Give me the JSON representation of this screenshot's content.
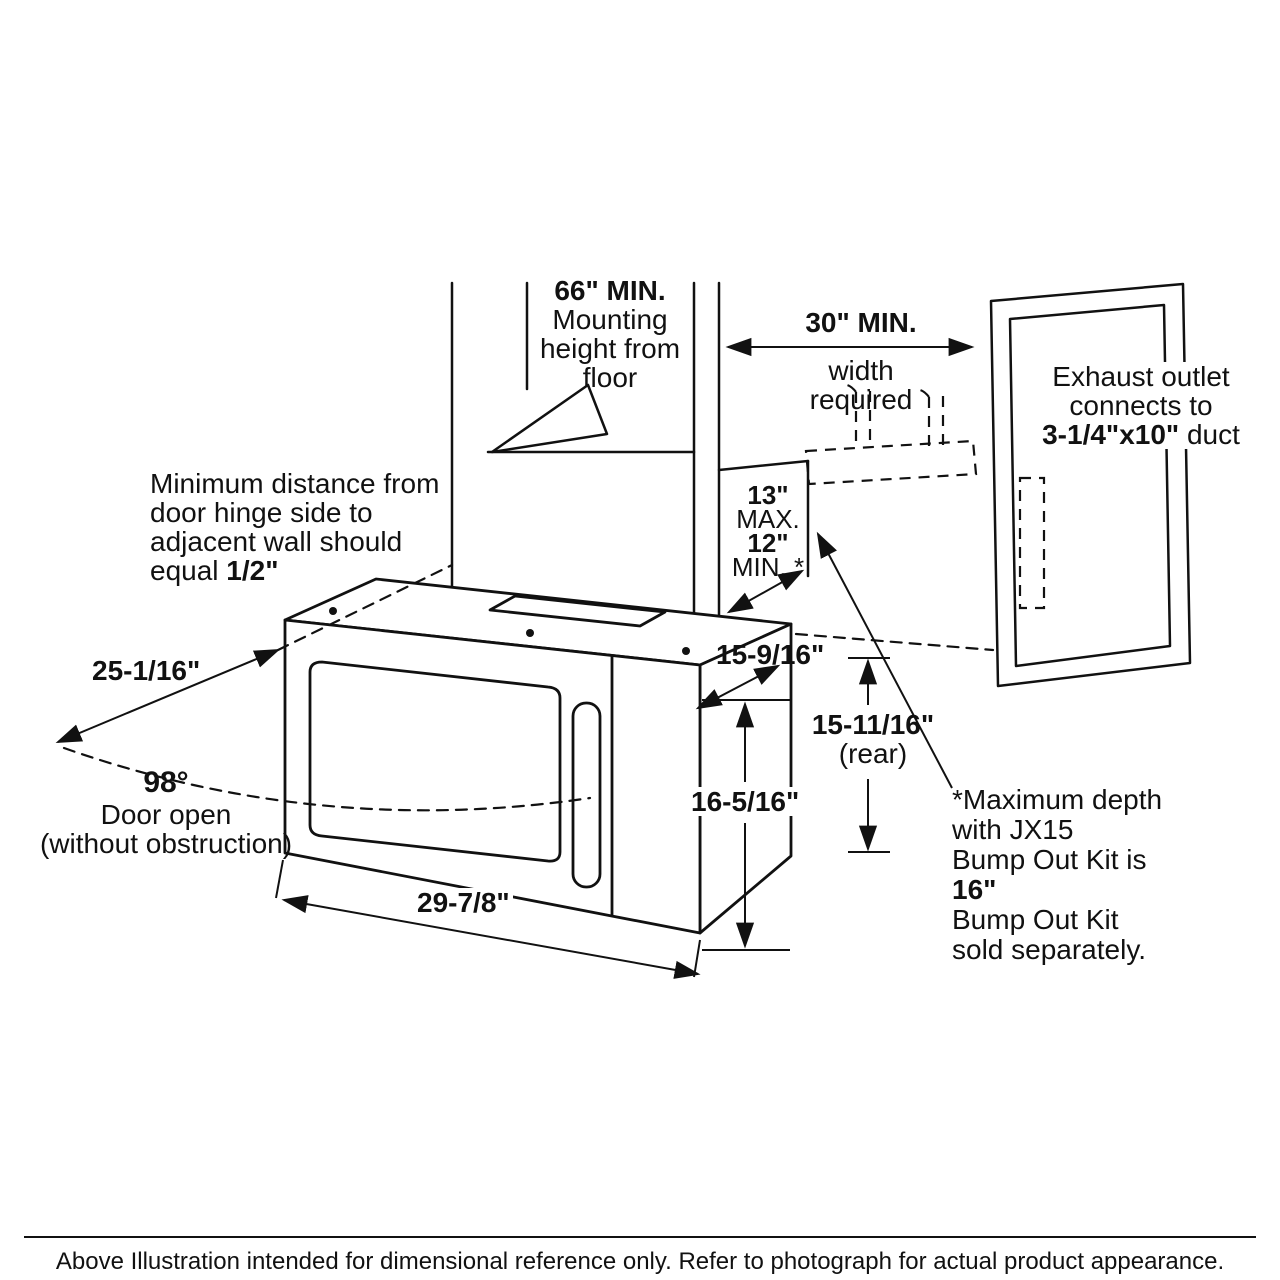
{
  "colors": {
    "ink": "#111111",
    "background": "#ffffff"
  },
  "labels": {
    "mounting_height": {
      "line1_bold": "66\" MIN.",
      "line2": "Mounting",
      "line3": "height from",
      "line4": "floor"
    },
    "width_required": {
      "line1_bold": "30\" MIN.",
      "line2": "width",
      "line3": "required"
    },
    "exhaust_outlet": {
      "line1": "Exhaust outlet",
      "line2": "connects to",
      "line3_bold": "3-1/4\"x10\"",
      "line3_rest": " duct"
    },
    "min_distance": {
      "line1": "Minimum distance from",
      "line2": "door hinge side to",
      "line3": "adjacent wall should",
      "line4_prefix": "equal ",
      "line4_bold": "1/2\""
    },
    "alcove_depth": {
      "line1_bold": "13\"",
      "line2": "MAX.",
      "line3_bold": "12\"",
      "line4": "MIN. *"
    },
    "door_open_depth": "25-1/16\"",
    "top_depth": "15-9/16\"",
    "rear_height": {
      "value_bold": "15-11/16\"",
      "qualifier": "(rear)"
    },
    "front_height": "16-5/16\"",
    "door_open": {
      "angle_bold": "98°",
      "line2": "Door open",
      "line3": "(without obstruction)"
    },
    "width": "29-7/8\"",
    "note": {
      "line1": "*Maximum depth",
      "line2": "with JX15",
      "line3_prefix": "Bump Out Kit is ",
      "line3_bold": "16\"",
      "line4": "Bump Out Kit",
      "line5": "sold separately."
    }
  },
  "footer": "Above Illustration intended for dimensional reference only. Refer to photograph for actual product appearance."
}
